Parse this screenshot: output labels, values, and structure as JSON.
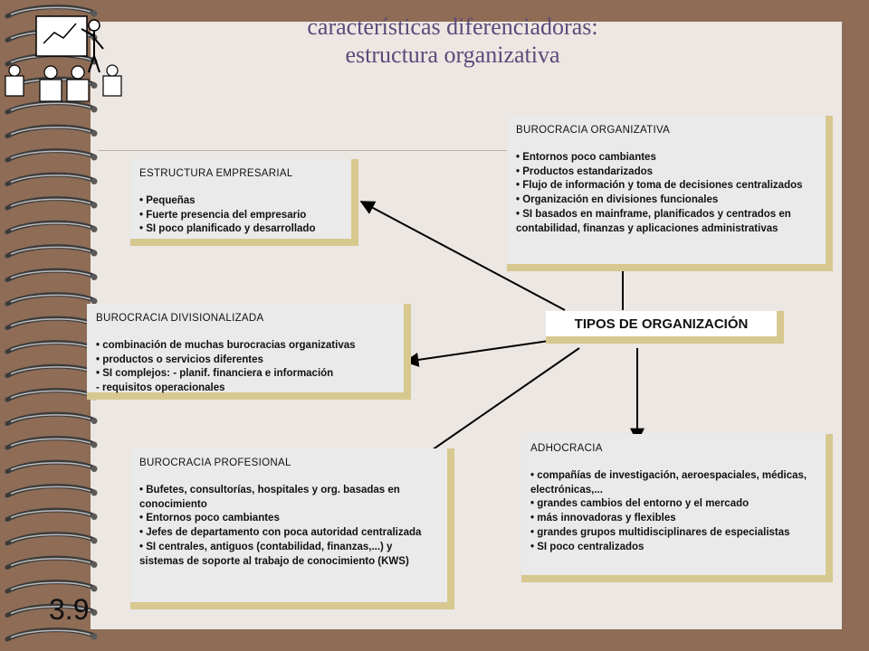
{
  "title": {
    "line1": "características diferenciadoras:",
    "line2": "estructura organizativa"
  },
  "center": {
    "label": "TIPOS DE ORGANIZACIÓN"
  },
  "boxes": {
    "empresarial": {
      "heading": "ESTRUCTURA  EMPRESARIAL",
      "items": [
        "Pequeñas",
        "Fuerte presencia del empresario",
        "SI poco planificado y desarrollado"
      ]
    },
    "organizativa": {
      "heading": "BUROCRACIA  ORGANIZATIVA",
      "items": [
        "Entornos poco cambiantes",
        "Productos estandarizados",
        "Flujo de información y toma de decisiones centralizados",
        "Organización en divisiones funcionales",
        "SI basados en mainframe, planificados y centrados en contabilidad, finanzas y aplicaciones administrativas"
      ]
    },
    "divisionalizada": {
      "heading": "BUROCRACIA  DIVISIONALIZADA",
      "items": [
        "combinación de muchas burocracias organizativas",
        "productos o servicios diferentes",
        "SI complejos: - planif. financiera e información"
      ],
      "extra": "- requisitos operacionales"
    },
    "profesional": {
      "heading": "BUROCRACIA  PROFESIONAL",
      "items": [
        "Bufetes, consultorías, hospitales y org. basadas en conocimiento",
        "Entornos poco cambiantes",
        "Jefes de departamento  con poca autoridad centralizada",
        "SI centrales, antiguos (contabilidad, finanzas,...) y sistemas de soporte al trabajo de conocimiento (KWS)"
      ]
    },
    "adhocracia": {
      "heading": "ADHOCRACIA",
      "items": [
        "compañías de investigación, aeroespaciales, médicas, electrónicas,...",
        "grandes cambios del entorno  y el mercado",
        "más innovadoras y flexibles",
        "grandes grupos multidisciplinares de especialistas",
        "SI poco centralizados"
      ]
    }
  },
  "page_number": "3.9",
  "icons": {
    "spiral": "spiral-binding-icon",
    "clipart": "presenter-clipart-icon"
  }
}
